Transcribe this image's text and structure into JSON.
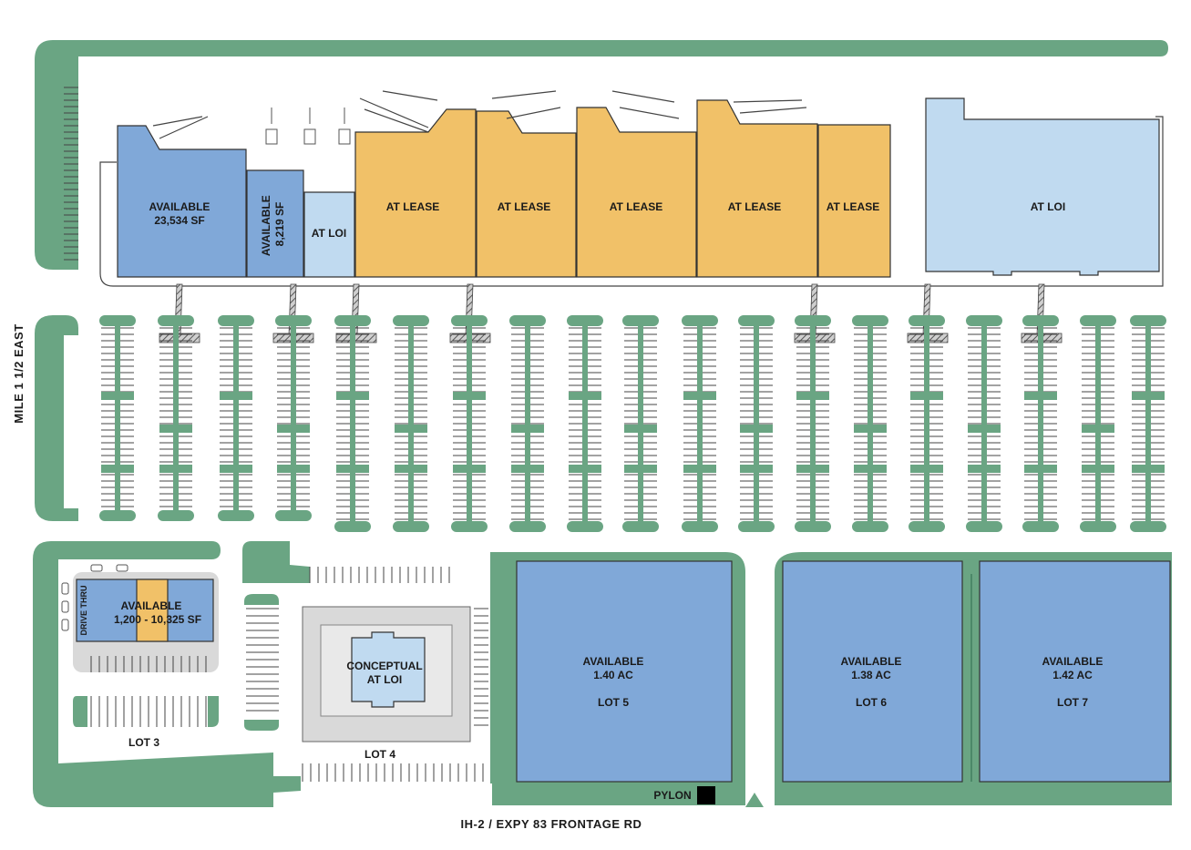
{
  "colors": {
    "available": "#80a8d8",
    "at_lease": "#f1c168",
    "at_loi": "#c0daf0",
    "landscape": "#6aa583",
    "pavement": "#d9d9d9"
  },
  "roads": {
    "west": "MILE 1 1/2 EAST",
    "south": "IH-2 / EXPY 83 FRONTAGE RD"
  },
  "strip_units": [
    {
      "status_line1": "AVAILABLE",
      "status_line2": "23,534 SF",
      "status": "available"
    },
    {
      "status_line1": "AVAILABLE",
      "status_line2": "8,219 SF",
      "status": "available"
    },
    {
      "status_line1": "AT LOI",
      "status_line2": "",
      "status": "at_loi"
    },
    {
      "status_line1": "AT LEASE",
      "status_line2": "",
      "status": "at_lease"
    },
    {
      "status_line1": "AT LEASE",
      "status_line2": "",
      "status": "at_lease"
    },
    {
      "status_line1": "AT LEASE",
      "status_line2": "",
      "status": "at_lease"
    },
    {
      "status_line1": "AT LEASE",
      "status_line2": "",
      "status": "at_lease"
    },
    {
      "status_line1": "AT LEASE",
      "status_line2": "",
      "status": "at_lease"
    },
    {
      "status_line1": "AT LOI",
      "status_line2": "",
      "status": "at_loi"
    }
  ],
  "lot3": {
    "name": "LOT 3",
    "building_line1": "AVAILABLE",
    "building_line2": "1,200 - 10,325 SF",
    "drive_thru": "DRIVE THRU"
  },
  "lot4": {
    "name": "LOT 4",
    "line1": "CONCEPTUAL",
    "line2": "AT LOI"
  },
  "pads": [
    {
      "line1": "AVAILABLE",
      "line2": "1.40 AC",
      "lot": "LOT 5"
    },
    {
      "line1": "AVAILABLE",
      "line2": "1.38 AC",
      "lot": "LOT 6"
    },
    {
      "line1": "AVAILABLE",
      "line2": "1.42 AC",
      "lot": "LOT 7"
    }
  ],
  "pylon": "PYLON"
}
